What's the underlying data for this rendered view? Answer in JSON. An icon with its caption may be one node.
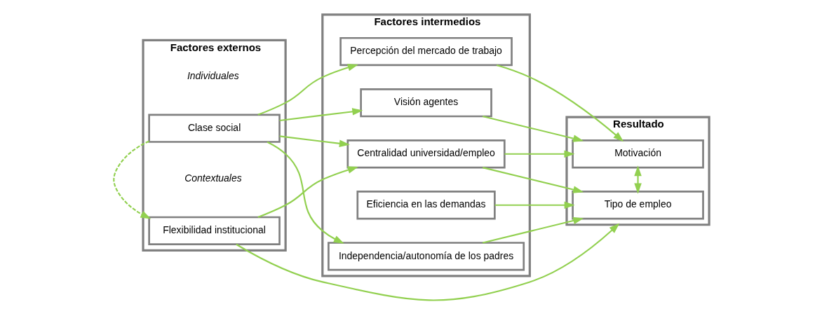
{
  "diagram": {
    "nodes": [
      {
        "text": [
          "Factores externos"
        ]
      },
      {
        "text": [
          "Clase social"
        ],
        "in": 0
      },
      {
        "text": [
          "Flexibilidad institucional"
        ],
        "in": 0
      },
      {
        "text": [
          "Factores intermedios"
        ]
      },
      {
        "text": [
          "Centralidad universidad/empleo"
        ],
        "in": 3
      },
      {
        "text": [
          "Eficiencia en las demandas"
        ],
        "in": 3
      },
      {
        "text": [
          "Independencia/autonomía de los padres"
        ],
        "in": 3
      },
      {
        "text": [
          "Percepción del mercado de trabajo"
        ],
        "in": 3
      },
      {
        "text": [
          "Visión agentes"
        ],
        "in": 3
      },
      {
        "text": [
          "Resultado"
        ]
      },
      {
        "text": [
          "Motivación"
        ],
        "in": 9
      },
      {
        "text": [
          "Tipo de empleo"
        ],
        "in": 9
      }
    ],
    "edges": [
      {
        "from": 1,
        "to": 4,
        "arrow": "to"
      },
      {
        "from": 1,
        "to": 6,
        "arrow": "to"
      },
      {
        "from": 1,
        "to": 7,
        "arrow": "to"
      },
      {
        "from": 1,
        "to": 8,
        "arrow": "to"
      },
      {
        "from": 1,
        "to": 2,
        "arrow": "to",
        "style": "dashed"
      },
      {
        "from": 2,
        "to": 4,
        "arrow": "to"
      },
      {
        "from": 2,
        "to": 9,
        "arrow": "to"
      },
      {
        "from": 4,
        "to": 10,
        "arrow": "to"
      },
      {
        "from": 4,
        "to": 11,
        "arrow": "to"
      },
      {
        "from": 5,
        "to": 11,
        "arrow": "to"
      },
      {
        "from": 6,
        "to": 11,
        "arrow": "to"
      },
      {
        "from": 7,
        "to": 10,
        "arrow": "to"
      },
      {
        "from": 8,
        "to": 10,
        "arrow": "to"
      },
      {
        "from": 10,
        "to": 11,
        "arrow": "both"
      }
    ],
    "labels": [
      "Individuales",
      "Contextuales"
    ]
  }
}
